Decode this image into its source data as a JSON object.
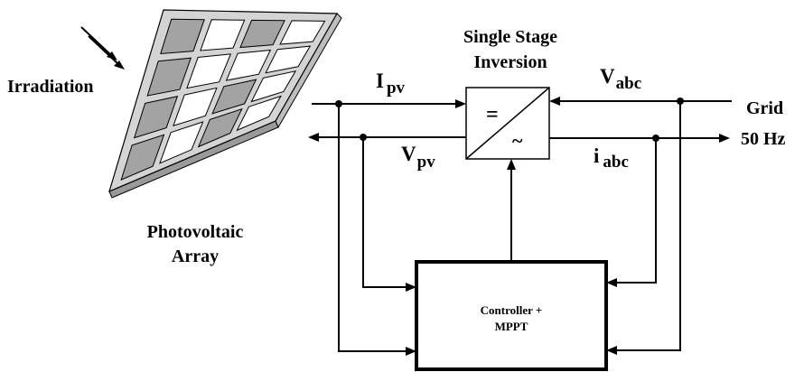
{
  "labels": {
    "irradiation": "Irradiation",
    "photovoltaic_line1": "Photovoltaic",
    "photovoltaic_line2": "Array",
    "single_stage_line1": "Single Stage",
    "single_stage_line2": "Inversion",
    "i_pv_main": "I",
    "i_pv_sub": "pv",
    "v_pv_main": "V",
    "v_pv_sub": "pv",
    "v_abc_main": "V",
    "v_abc_sub": "abc",
    "i_abc_main": "i",
    "i_abc_sub": "abc",
    "grid_line1": "Grid",
    "grid_line2": "50 Hz",
    "controller_line1": "Controller +",
    "controller_line2": "MPPT",
    "inverter_dc_symbol": "=",
    "inverter_ac_symbol": "~"
  },
  "panel": {
    "cell_shading": [
      [
        true,
        false,
        true,
        false
      ],
      [
        true,
        false,
        false,
        false
      ],
      [
        true,
        false,
        true,
        false
      ],
      [
        true,
        false,
        true,
        false
      ]
    ],
    "shaded_color": "#a3a3a3",
    "cell_color": "#ffffff",
    "frame_color": "#d4d4d4"
  }
}
